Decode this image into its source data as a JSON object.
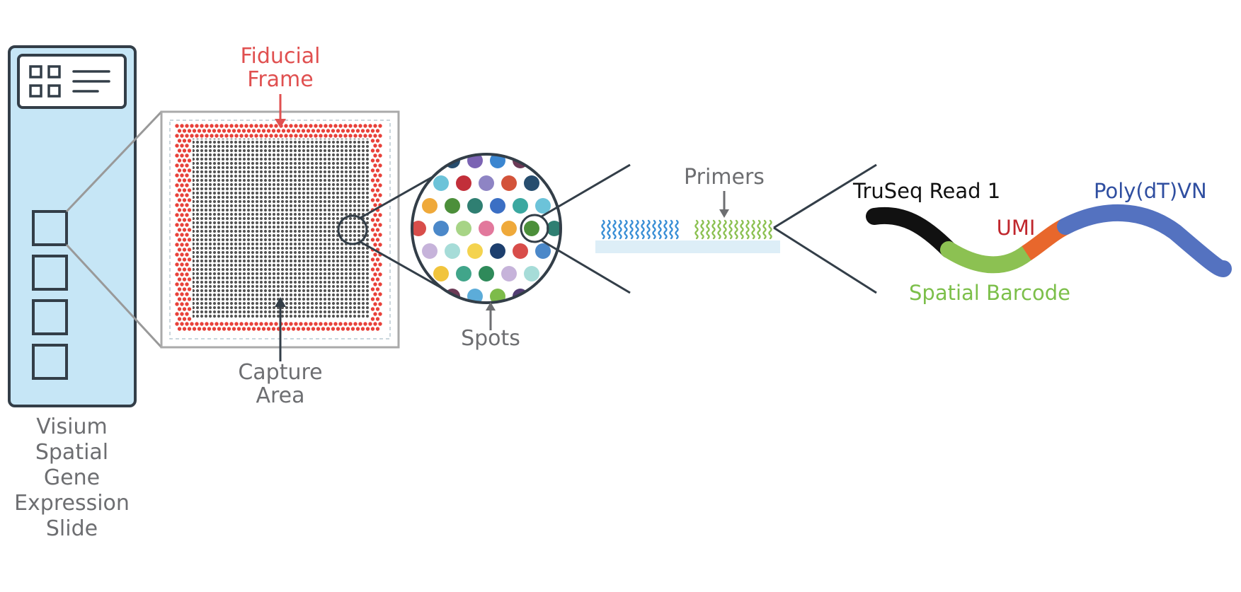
{
  "labels": {
    "slide_lines": [
      "Visium",
      "Spatial",
      "Gene",
      "Expression",
      "Slide"
    ],
    "fiducial_lines": [
      "Fiducial",
      "Frame"
    ],
    "capture_lines": [
      "Capture",
      "Area"
    ],
    "spots": "Spots",
    "primers": "Primers",
    "truseq": "TruSeq Read 1",
    "umi": "UMI",
    "polydt": "Poly(dT)VN",
    "spatial_barcode": "Spatial Barcode"
  },
  "colors": {
    "slide_fill": "#c6e6f6",
    "outline": "#333e48",
    "fiducial_red": "#e8413a",
    "capture_gray": "#8a8a8a",
    "label_gray": "#6d6e71",
    "fiducial_label": "#e05050",
    "primer_blue": "#3a8fd6",
    "primer_green": "#8cc152",
    "substrate": "#ddeef7",
    "truseq_black": "#111111",
    "barcode_green": "#8cc152",
    "umi_orange": "#e8672c",
    "polydt_blue": "#5472c0",
    "umi_label": "#c0272d",
    "polydt_label": "#2f4ea0",
    "barcode_label": "#7cbf4a"
  },
  "spot_colors": [
    "#7dbb4a",
    "#2f8a5a",
    "#1d3f6e",
    "#e2789c",
    "#3b6fc4",
    "#8e84c4",
    "#3b86d0",
    "#533e74",
    "#c6b3da",
    "#d84d4a",
    "#efa93a",
    "#3ba8a0",
    "#d3533a",
    "#6c3a56",
    "#f1c43c",
    "#a6dcd8",
    "#4b88c9",
    "#4c8f3a",
    "#6cc3d9",
    "#274d6e",
    "#5cacd9",
    "#41a58a",
    "#f4d34f",
    "#a7d486",
    "#2f7f72",
    "#c22f3a",
    "#7b63b3"
  ]
}
